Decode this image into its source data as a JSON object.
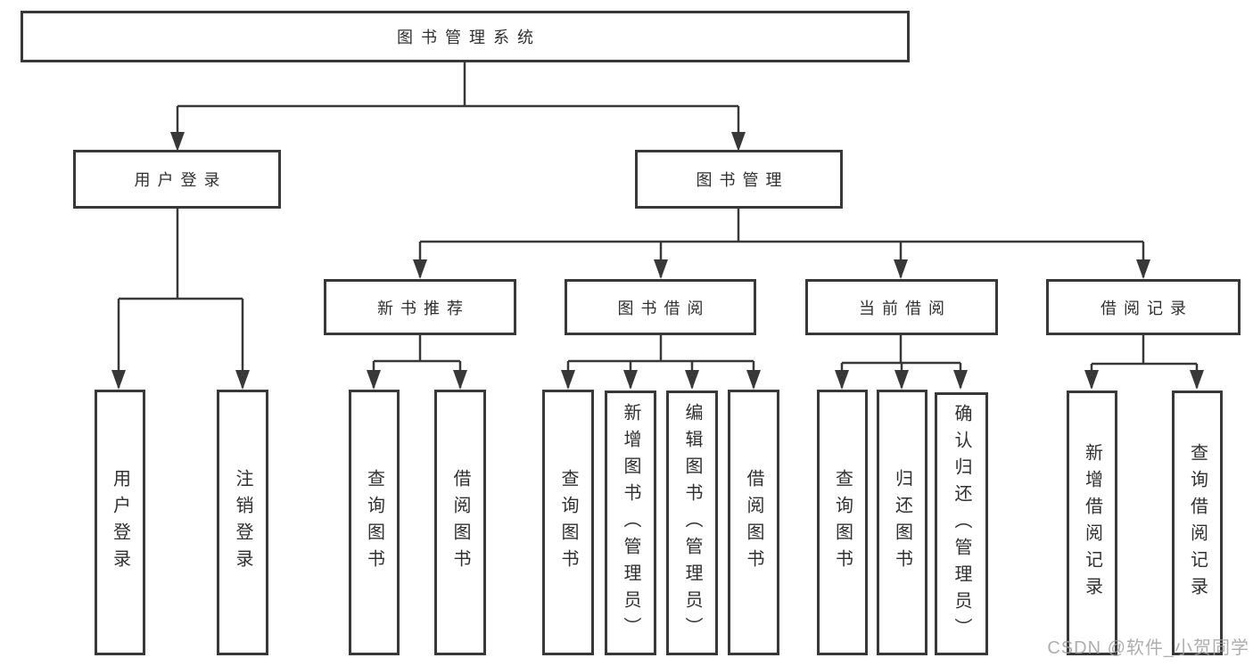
{
  "tree": {
    "root": {
      "label": "图书管理系统"
    },
    "user_login": {
      "label": "用户登录",
      "children": {
        "login": {
          "label": "用户登录"
        },
        "logout": {
          "label": "注销登录"
        }
      }
    },
    "book_mgmt": {
      "label": "图书管理",
      "children": {
        "new_book_rec": {
          "label": "新书推荐",
          "children": {
            "query_books": {
              "label": "查询图书"
            },
            "borrow_books": {
              "label": "借阅图书"
            }
          }
        },
        "book_borrowing": {
          "label": "图书借阅",
          "children": {
            "query_books": {
              "label": "查询图书"
            },
            "add_books": {
              "label": "新增图书（管理员）"
            },
            "edit_books": {
              "label": "编辑图书（管理员）"
            },
            "borrow_books": {
              "label": "借阅图书"
            }
          }
        },
        "current_borrowing": {
          "label": "当前借阅",
          "children": {
            "query_books": {
              "label": "查询图书"
            },
            "return_books": {
              "label": "归还图书"
            },
            "confirm_return": {
              "label": "确认归还（管理员）"
            }
          }
        },
        "borrowing_records": {
          "label": "借阅记录",
          "children": {
            "add_record": {
              "label": "新增借阅记录"
            },
            "query_record": {
              "label": "查询借阅记录"
            }
          }
        }
      }
    }
  },
  "watermark": "CSDN @软件_小贺同学",
  "colors": {
    "line": "#383838",
    "box_border": "#383838",
    "text": "#303030",
    "watermark": "#a0a0a0",
    "background": "#ffffff"
  }
}
